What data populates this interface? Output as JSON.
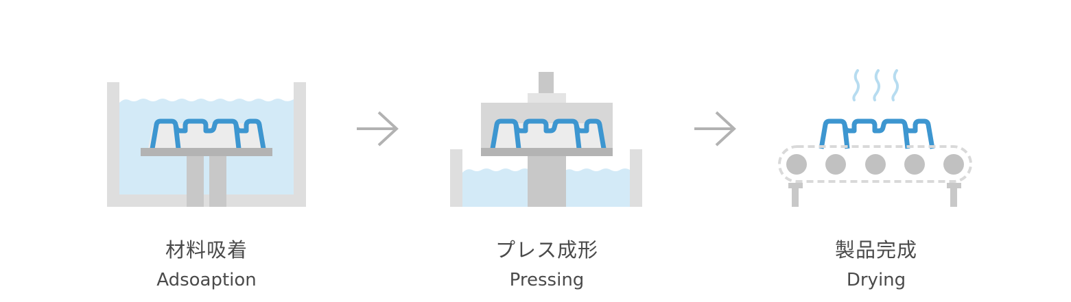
{
  "colors": {
    "water": "#d3eaf7",
    "part": "#3d96d0",
    "steam": "#b7dcf0",
    "tank": "#dedede",
    "mold": "#d7d7d7",
    "mold_light": "#ececec",
    "platform": "#b3b3b3",
    "pillar": "#c8c8c8",
    "roller": "#c1c1c1",
    "belt": "#d9d9d9",
    "arrow": "#b2b2b2",
    "text": "#4a4a4a"
  },
  "steps": [
    {
      "title_jp": "材料吸着",
      "title_en": "Adsoaption",
      "icon": "soaking-tank-icon"
    },
    {
      "title_jp": "プレス成形",
      "title_en": "Pressing",
      "icon": "press-machine-icon"
    },
    {
      "title_jp": "製品完成",
      "title_en": "Drying",
      "icon": "conveyor-dryer-icon"
    }
  ],
  "connectors": [
    "arrow-right-icon",
    "arrow-right-icon"
  ]
}
